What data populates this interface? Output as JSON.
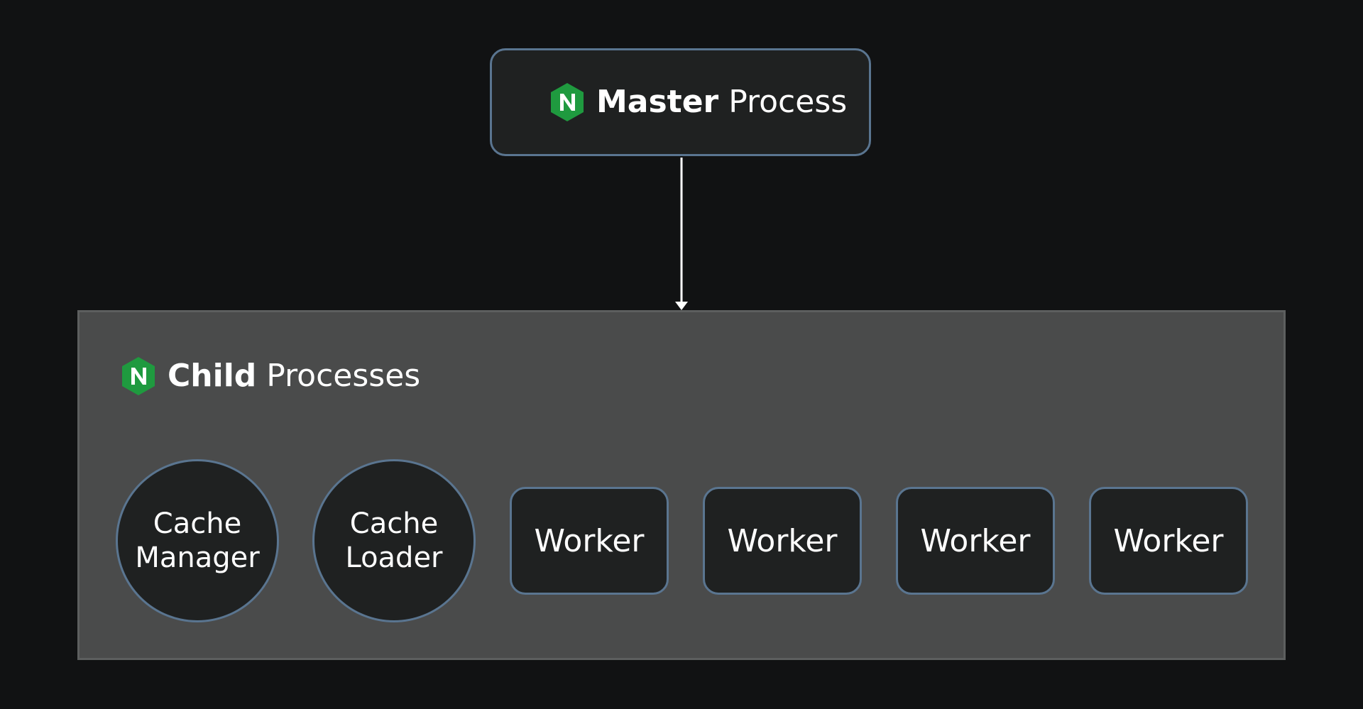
{
  "master": {
    "bold": "Master",
    "light": "Process"
  },
  "child_group": {
    "bold": "Child",
    "light": "Processes"
  },
  "nodes": {
    "cache_manager": {
      "line1": "Cache",
      "line2": "Manager"
    },
    "cache_loader": {
      "line1": "Cache",
      "line2": "Loader"
    },
    "workers": [
      "Worker",
      "Worker",
      "Worker",
      "Worker"
    ]
  },
  "colors": {
    "background": "#111213",
    "node_fill": "#1f2121",
    "node_border": "#5a7590",
    "group_fill": "#4a4b4b",
    "logo_green": "#1f9a3f",
    "arrow": "#ffffff"
  },
  "icons": {
    "logo": "nginx-hexagon-n-icon"
  }
}
